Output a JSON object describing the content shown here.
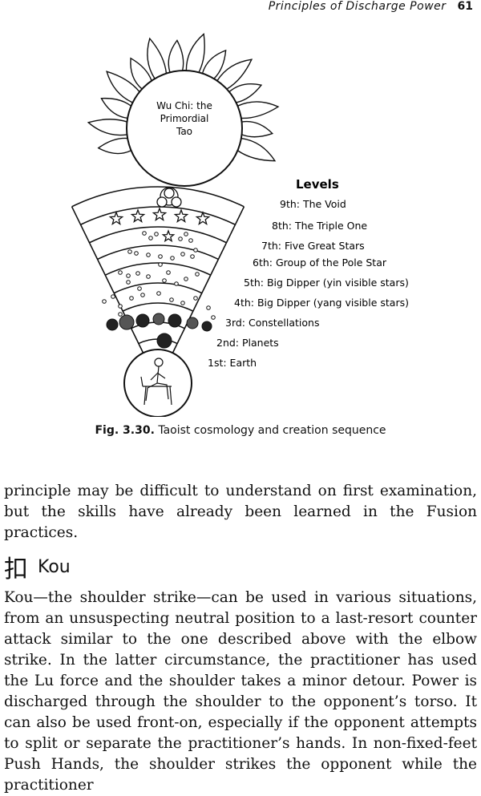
{
  "header": {
    "title": "Principles of Discharge Power",
    "page_number": "61"
  },
  "figure": {
    "sun_label": [
      "Wu Chi: the",
      "Primordial",
      "Tao"
    ],
    "levels_heading": "Levels",
    "levels": [
      "9th: The Void",
      "8th: The Triple One",
      "7th: Five Great Stars",
      "6th: Group of the Pole Star",
      "5th: Big Dipper (yin visible stars)",
      "4th: Big Dipper (yang visible stars)",
      "3rd: Constellations",
      "2nd: Planets",
      "1st: Earth"
    ],
    "caption_label": "Fig. 3.30.",
    "caption_text": " Taoist cosmology and creation sequence"
  },
  "paragraph1": "principle may be difficult to understand on first examination, but the skills have already been learned in the Fusion practices.",
  "section": {
    "glyph": "扣",
    "title": "Kou"
  },
  "paragraph2": "Kou—the shoulder strike—can be used in various situations, from an unsuspecting neutral position to a last-resort counter attack similar to the one described above with the elbow strike. In the latter circumstance, the practitioner has used the Lu force and the shoulder takes a minor detour. Power is discharged through the shoulder to the opponent’s torso. It can also be used front-on, especially if the opponent attempts to split or separate the practitioner’s hands. In non-fixed-feet Push Hands, the shoulder strikes the opponent while the practitioner"
}
